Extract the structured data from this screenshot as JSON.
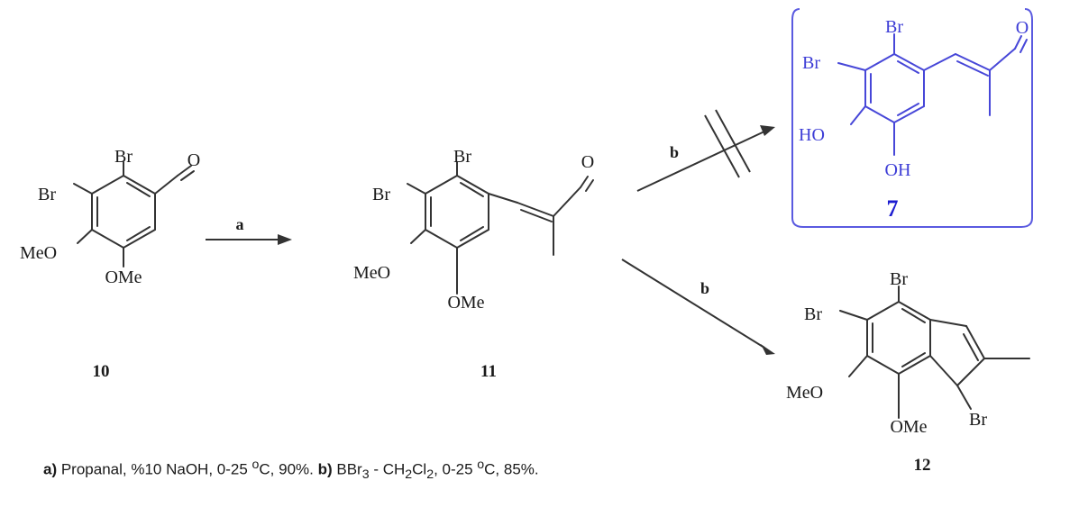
{
  "compounds": {
    "c10": {
      "number": "10",
      "labels": {
        "br_top": "Br",
        "br_left": "Br",
        "meo": "MeO",
        "ome": "OMe",
        "aldehyde_o": "O"
      }
    },
    "c11": {
      "number": "11",
      "labels": {
        "br_top": "Br",
        "br_left": "Br",
        "meo": "MeO",
        "ome": "OMe",
        "aldehyde_o": "O"
      }
    },
    "c7": {
      "number": "7",
      "labels": {
        "br_top": "Br",
        "br_left": "Br",
        "ho": "HO",
        "oh": "OH",
        "aldehyde_o": "O"
      }
    },
    "c12": {
      "number": "12",
      "labels": {
        "br_top": "Br",
        "br_left": "Br",
        "meo": "MeO",
        "ome": "OMe",
        "br_ring": "Br"
      }
    }
  },
  "arrows": {
    "step_a": {
      "label": "a"
    },
    "step_b_upper": {
      "label": "b",
      "blocked": true
    },
    "step_b_lower": {
      "label": "b"
    }
  },
  "conditions": {
    "a_label": "a)",
    "a_text_1": " Propanal, %10 NaOH, 0-25 ",
    "a_deg": "o",
    "a_text_2": "C, 90%. ",
    "b_label": "b)",
    "b_text_1": " BBr",
    "b_sub_1": "3",
    "b_text_2": " - CH",
    "b_sub_2": "2",
    "b_text_3": "Cl",
    "b_sub_3": "2",
    "b_text_4": ",  0-25 ",
    "b_deg": "o",
    "b_text_5": "C, 85%."
  },
  "colors": {
    "highlight": "#3d3dd6",
    "ink": "#1a1a1a"
  }
}
